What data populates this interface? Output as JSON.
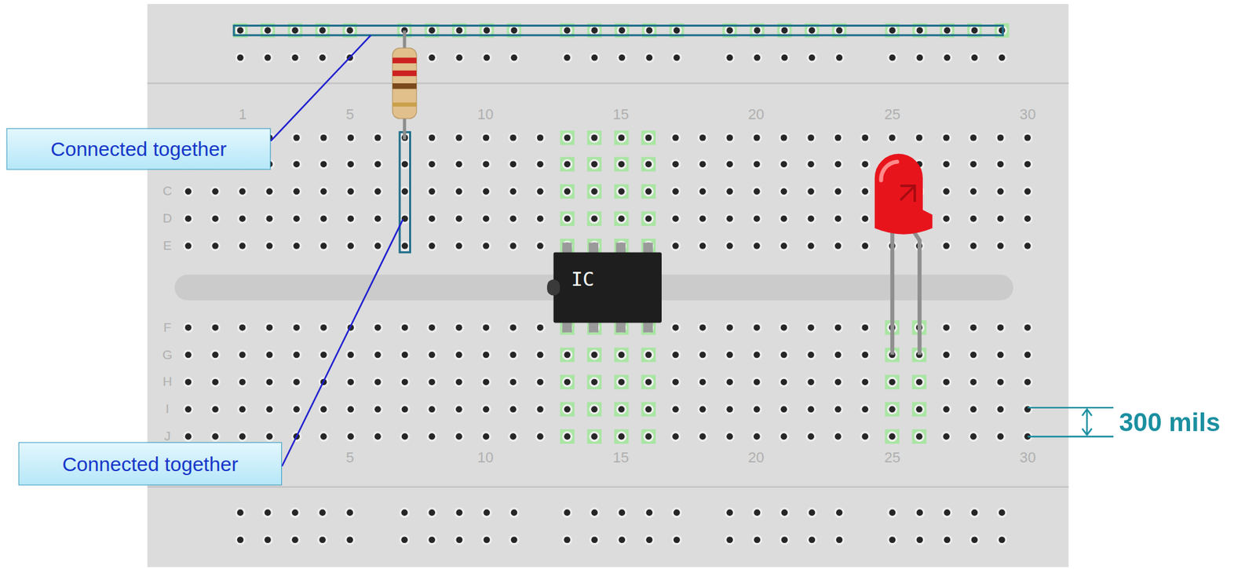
{
  "diagram": {
    "nodes": [
      {
        "text": [
          "Connected together"
        ]
      },
      {
        "text": [
          "IC"
        ]
      },
      {
        "text": [
          "Connected together"
        ]
      }
    ],
    "labels": [
      "1",
      "5",
      "10",
      "15",
      "20",
      "25",
      "30",
      "C",
      "D",
      "E",
      "F",
      "G",
      "H",
      "I",
      "J",
      "5",
      "10",
      "15",
      "20",
      "25",
      "30",
      "300 mils"
    ]
  }
}
